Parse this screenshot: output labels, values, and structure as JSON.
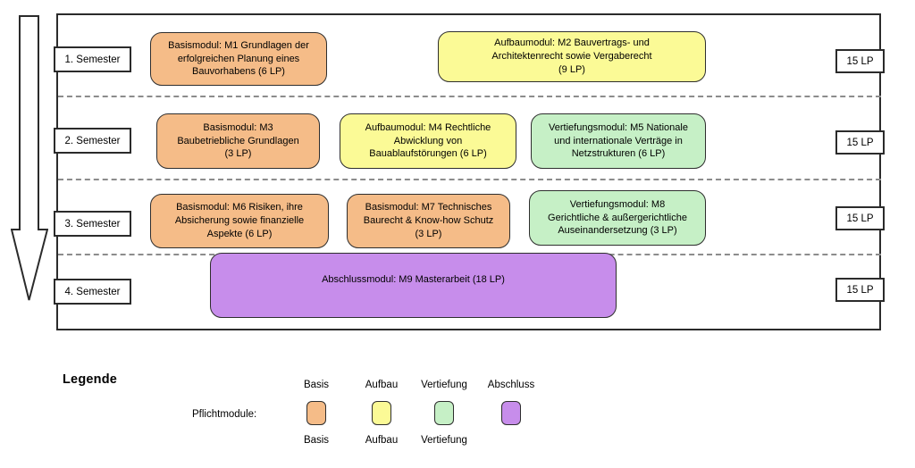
{
  "colors": {
    "basis": "#F5BC88",
    "aufbau": "#FBFA96",
    "vertiefung": "#C6F0C6",
    "abschluss": "#C78DEB"
  },
  "icons": {
    "timeline_arrow": "down-arrow"
  },
  "timeline": {
    "rows": [
      {
        "semester": "1. Semester",
        "credits": "15 LP"
      },
      {
        "semester": "2. Semester",
        "credits": "15 LP"
      },
      {
        "semester": "3. Semester",
        "credits": "15 LP"
      },
      {
        "semester": "4. Semester",
        "credits": "15 LP"
      }
    ],
    "modules": {
      "m1": {
        "type": "basis",
        "lines": [
          "Basismodul: M1 Grundlagen der",
          "erfolgreichen Planung eines",
          "Bauvorhabens (6 LP)"
        ]
      },
      "m2": {
        "type": "aufbau",
        "lines": [
          "Aufbaumodul: M2 Bauvertrags- und",
          "Architektenrecht sowie Vergaberecht",
          "(9 LP)"
        ]
      },
      "m3": {
        "type": "basis",
        "lines": [
          "Basismodul: M3",
          "Baubetriebliche Grundlagen",
          "(3 LP)"
        ]
      },
      "m4": {
        "type": "aufbau",
        "lines": [
          "Aufbaumodul: M4 Rechtliche",
          "Abwicklung von",
          "Bauablaufstörungen (6 LP)"
        ]
      },
      "m5": {
        "type": "vertiefung",
        "lines": [
          "Vertiefungsmodul: M5 Nationale",
          "und internationale Verträge in",
          "Netzstrukturen (6 LP)"
        ]
      },
      "m6": {
        "type": "basis",
        "lines": [
          "Basismodul: M6 Risiken, ihre",
          "Absicherung sowie finanzielle",
          "Aspekte (6 LP)"
        ]
      },
      "m7": {
        "type": "basis",
        "lines": [
          "Basismodul: M7 Technisches",
          "Baurecht & Know-how Schutz",
          "(3 LP)"
        ]
      },
      "m8": {
        "type": "vertiefung",
        "lines": [
          "Vertiefungsmodul: M8",
          "Gerichtliche & außergerichtliche",
          "Auseinandersetzung (3 LP)"
        ]
      },
      "m9": {
        "type": "abschluss",
        "lines": [
          "Abschlussmodul: M9 Masterarbeit (18 LP)"
        ]
      }
    }
  },
  "legend": {
    "title": "Legende",
    "row_label": "Pflichtmodule:",
    "top_labels": [
      "Basis",
      "Aufbau",
      "Vertiefung",
      "Abschluss"
    ],
    "bottom_labels": [
      "Basis",
      "Aufbau",
      "Vertiefung"
    ]
  }
}
